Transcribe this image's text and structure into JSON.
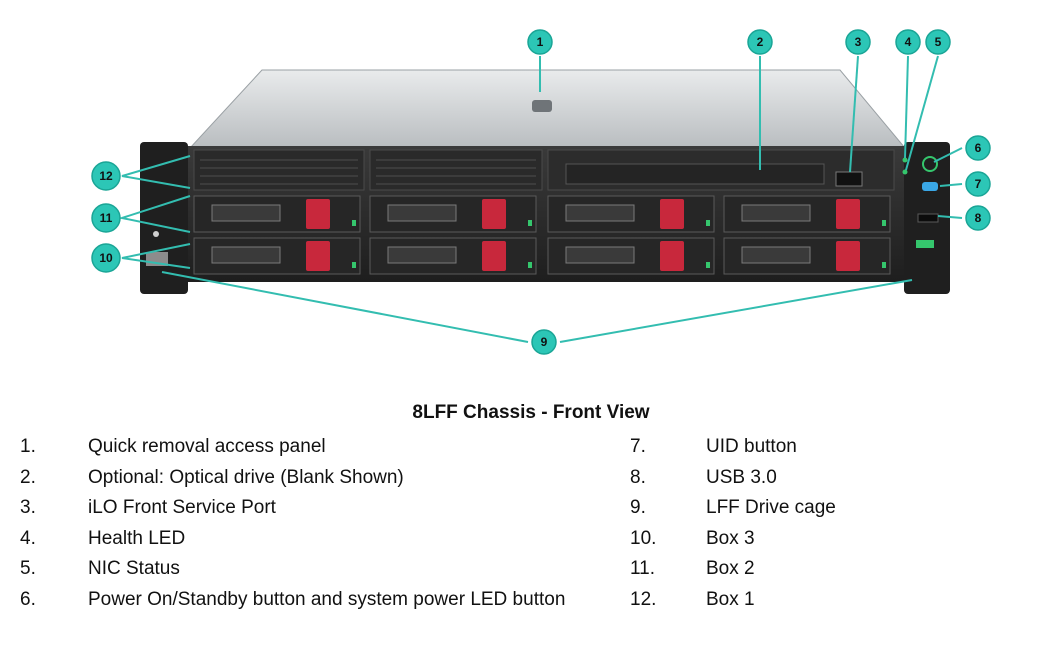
{
  "diagram": {
    "title": "8LFF Chassis - Front View",
    "callouts": [
      "1",
      "2",
      "3",
      "4",
      "5",
      "6",
      "7",
      "8",
      "9",
      "10",
      "11",
      "12"
    ],
    "colors": {
      "callout": "#2cc6b6",
      "callout_line": "#33bdb0",
      "chassis": "#2b2b2b",
      "drive_latch": "#c8283c",
      "lid": "#cfd3d6"
    }
  },
  "legend": {
    "left": [
      {
        "num": "1.",
        "label": "Quick removal access panel"
      },
      {
        "num": "2.",
        "label": "Optional: Optical drive (Blank Shown)"
      },
      {
        "num": "3.",
        "label": "iLO Front Service Port"
      },
      {
        "num": "4.",
        "label": "Health LED"
      },
      {
        "num": "5.",
        "label": "NIC Status"
      },
      {
        "num": "6.",
        "label": "Power On/Standby button and system power LED button"
      }
    ],
    "right": [
      {
        "num": "7.",
        "label": "UID button"
      },
      {
        "num": "8.",
        "label": "USB 3.0"
      },
      {
        "num": "9.",
        "label": "LFF Drive cage"
      },
      {
        "num": "10.",
        "label": "Box 3"
      },
      {
        "num": "11.",
        "label": "Box 2"
      },
      {
        "num": "12.",
        "label": "Box 1"
      }
    ]
  }
}
